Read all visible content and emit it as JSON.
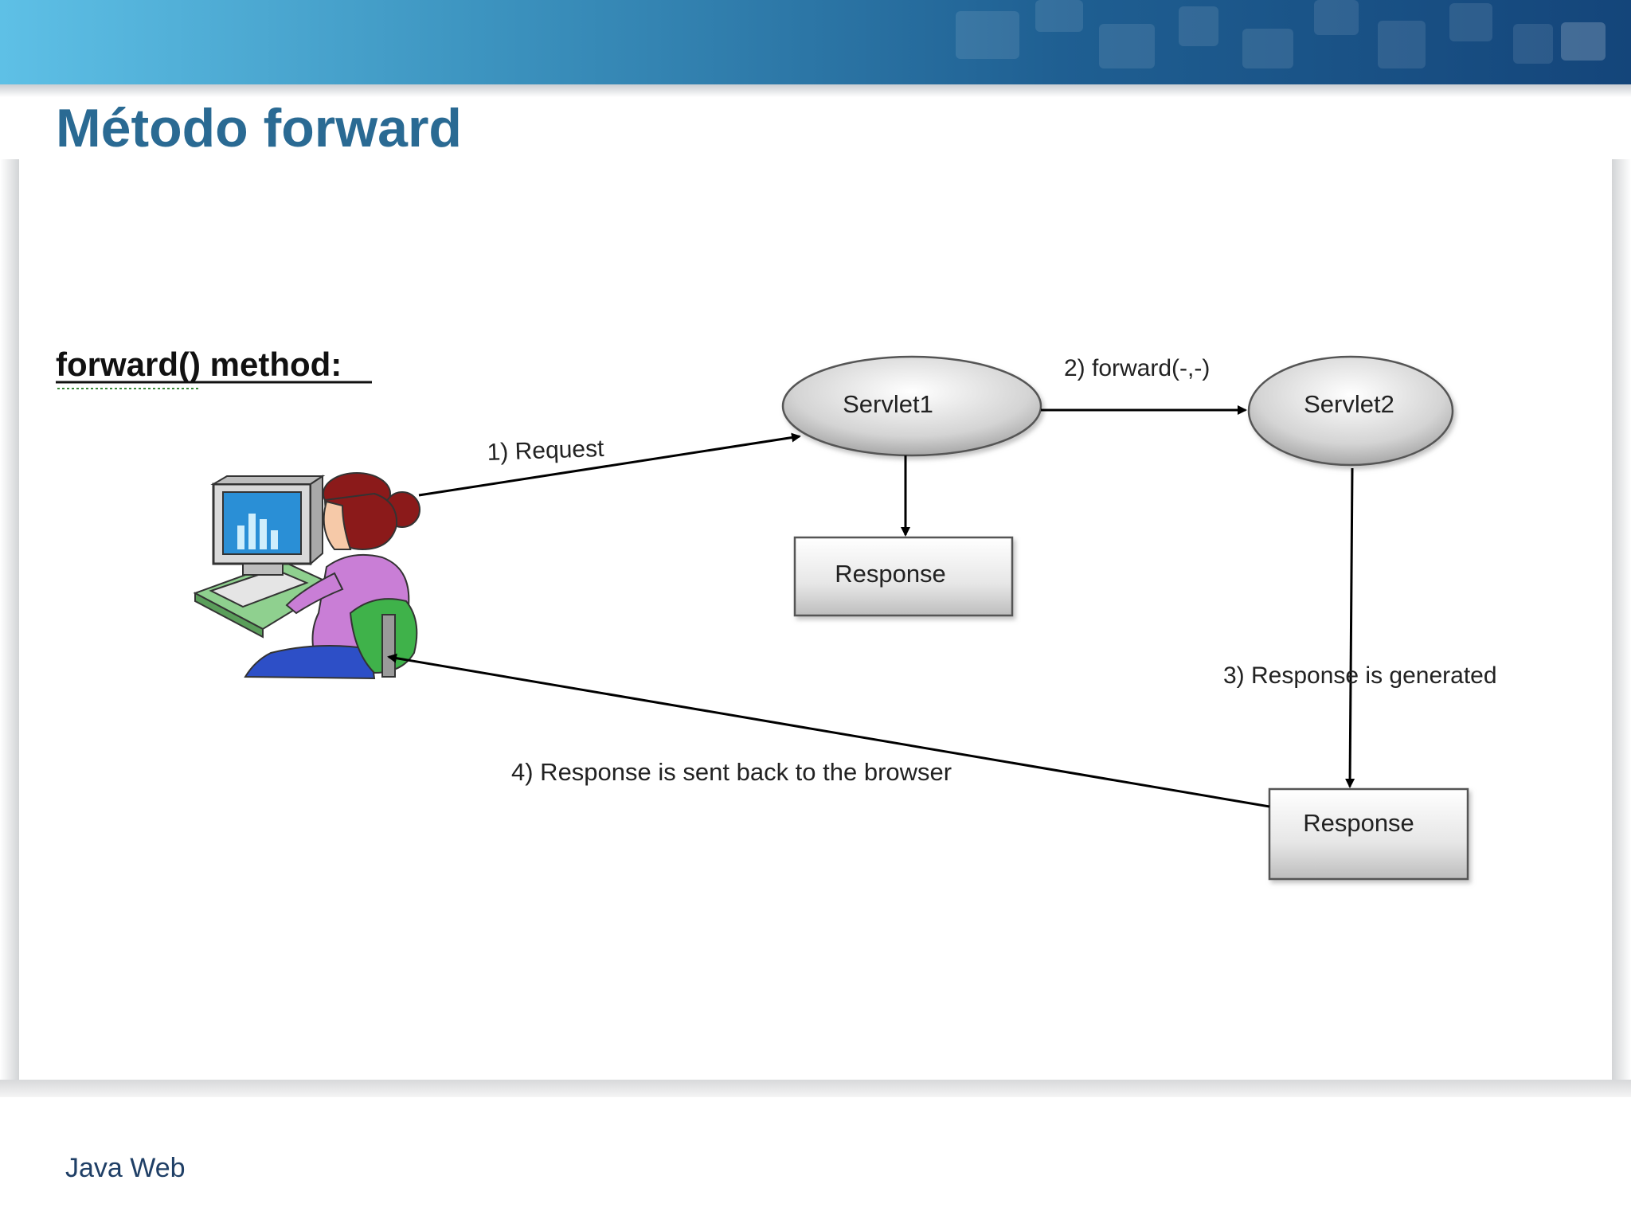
{
  "slide": {
    "title": "Método forward",
    "footer": "Java Web"
  },
  "diagram": {
    "heading": "forward() method:",
    "nodes": {
      "servlet1": "Servlet1",
      "servlet2": "Servlet2",
      "response1": "Response",
      "response2": "Response"
    },
    "edges": {
      "request": "1) Request",
      "forward": "2) forward(-,-)",
      "generated": "3) Response is generated",
      "sent_back": "4) Response  is sent back to the browser"
    }
  },
  "colors": {
    "title": "#2a6a93",
    "header_start": "#5ec0e6",
    "header_end": "#14457a",
    "footer_text": "#1f3f66"
  }
}
